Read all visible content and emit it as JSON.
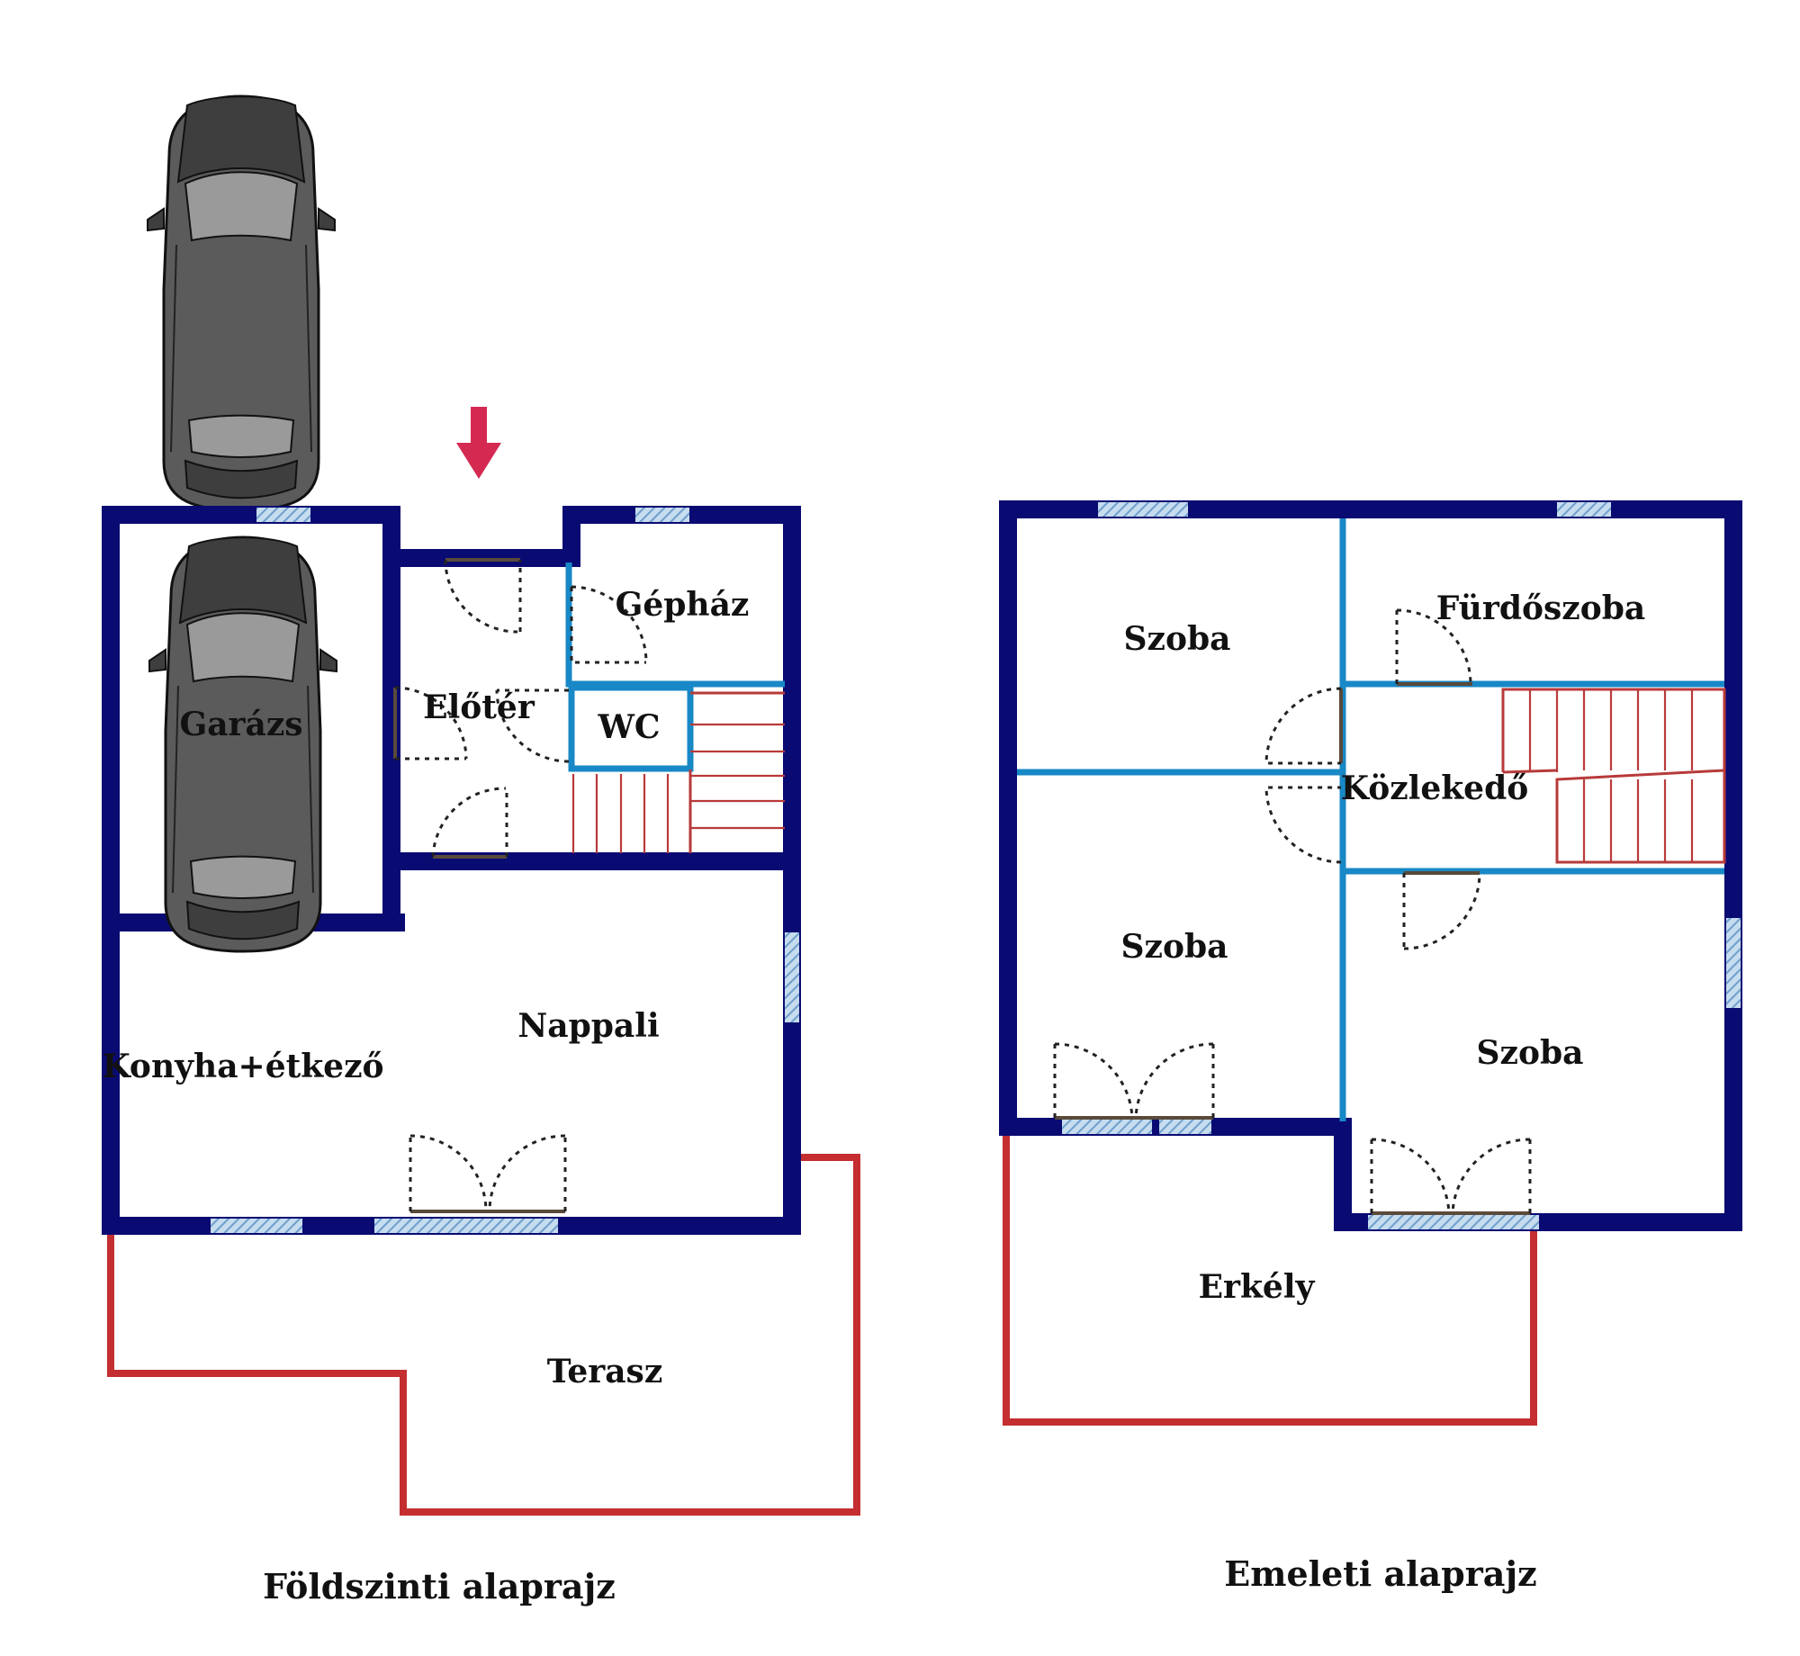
{
  "ground_floor": {
    "title": "Földszinti alaprajz",
    "rooms": {
      "garage": "Garázs",
      "hall": "Előtér",
      "utility": "Gépház",
      "wc": "WC",
      "living": "Nappali",
      "kitchen": "Konyha+étkező",
      "terrace": "Terasz"
    }
  },
  "upper_floor": {
    "title": "Emeleti alaprajz",
    "rooms": {
      "room_top_left": "Szoba",
      "bathroom": "Fürdőszoba",
      "corridor": "Közlekedő",
      "room_mid_left": "Szoba",
      "room_right": "Szoba",
      "balcony": "Erkély"
    }
  },
  "colors": {
    "outer_wall": "#0a0a73",
    "inner_wall": "#1888c6",
    "outline": "#c42e31",
    "entrance_arrow": "#d42a52",
    "window": "#8fb9da"
  }
}
